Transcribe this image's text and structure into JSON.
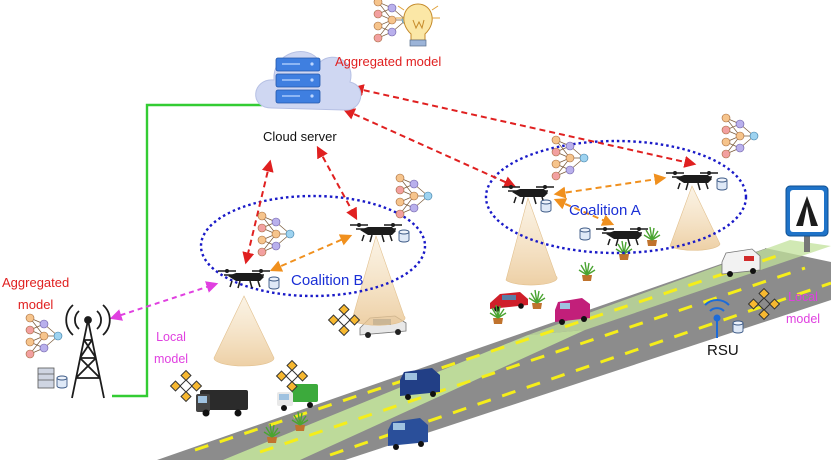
{
  "labels": {
    "aggregated_model_top": "Aggregated model",
    "cloud_server": "Cloud server",
    "coalition_a": "Coalition A",
    "coalition_b": "Coalition B",
    "aggregated_model_left_1": "Aggregated",
    "aggregated_model_left_2": "model",
    "local_model_left_1": "Local",
    "local_model_left_2": "model",
    "local_model_right_1": "Local",
    "local_model_right_2": "model",
    "rsu": "RSU"
  },
  "colors": {
    "red_link": "#e02020",
    "orange_link": "#f0901e",
    "magenta_link": "#e040e0",
    "green_link": "#33cc33",
    "coalition_ring": "#1a1ac8",
    "road": "#8c8c8c",
    "lane_marking": "#f5ee1a",
    "median": "#bfe79a",
    "cloud": "#cfd7f2",
    "server": "#3f7fe0",
    "vehicle_black": "#2b2b2b",
    "vehicle_green": "#3caa3c",
    "vehicle_navy": "#223f86",
    "vehicle_red": "#cf1f2a",
    "vehicle_magenta": "#c21f7a",
    "rsu_icon": "#1d6bd8"
  },
  "icons": [
    "cloud-server-icon",
    "lightbulb-icon",
    "neural-network-icon",
    "drone-icon",
    "cell-tower-icon",
    "database-icon",
    "wifi-icon",
    "rsu-signpost-icon",
    "blockchain-icon",
    "vehicle-icon",
    "plant-icon"
  ]
}
